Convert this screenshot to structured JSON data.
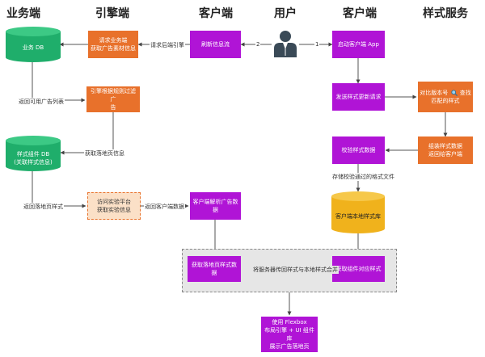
{
  "headers": {
    "business": "业务端",
    "engine": "引擎端",
    "client_left": "客户端",
    "user": "用户",
    "client_right": "客户端",
    "style_service": "样式服务"
  },
  "nodes": {
    "business_db": "业务 DB",
    "style_db": [
      "样式组件 DB",
      "(关联样式信息)"
    ],
    "request_business": [
      "请求业务端",
      "获取广告素材信息"
    ],
    "engine_filter": [
      "引擎根据规则过滤广",
      "告"
    ],
    "exp_platform": [
      "访问实验平台",
      "获取实验信息"
    ],
    "refresh_feed": "刷新信息流",
    "client_parse": "客户端解析广告数据",
    "start_app": "启动客户端 App",
    "send_update": "发送样式更新请求",
    "compare_version": [
      "对比版本号",
      "查找",
      "匹配的样式"
    ],
    "verify_style": "校验样式数据",
    "assemble_style": [
      "组装样式数据",
      "返回给客户端"
    ],
    "local_style_db": "客户端本地样式库",
    "get_landing_style": "获取落地页样式数据",
    "get_component_style": "获取组件对应样式",
    "flexbox_render": [
      "使用 Flexbox",
      "布局引擎 + UI 组件库",
      "展示广告落地页"
    ]
  },
  "edge_labels": {
    "request_engine": "请求后端引擎",
    "return_ad_list": "返回可用广告列表",
    "get_landing_info": "获取落地页信息",
    "return_landing_style": "返回落地页样式",
    "return_client_data": "返回客户端数据",
    "store_verified": "存储校验通过的格式文件",
    "merge_styles": "将服务器传回样式与本地样式合并",
    "step_1": "1",
    "step_2": "2"
  },
  "colors": {
    "orange": "#e8712b",
    "purple": "#b014d6",
    "green_db": "#1fae6b",
    "yellow_db": "#f0b21c",
    "peach": "#fbe0c7",
    "gray_region": "#e6e6e6",
    "user_icon": "#3a4a57"
  }
}
